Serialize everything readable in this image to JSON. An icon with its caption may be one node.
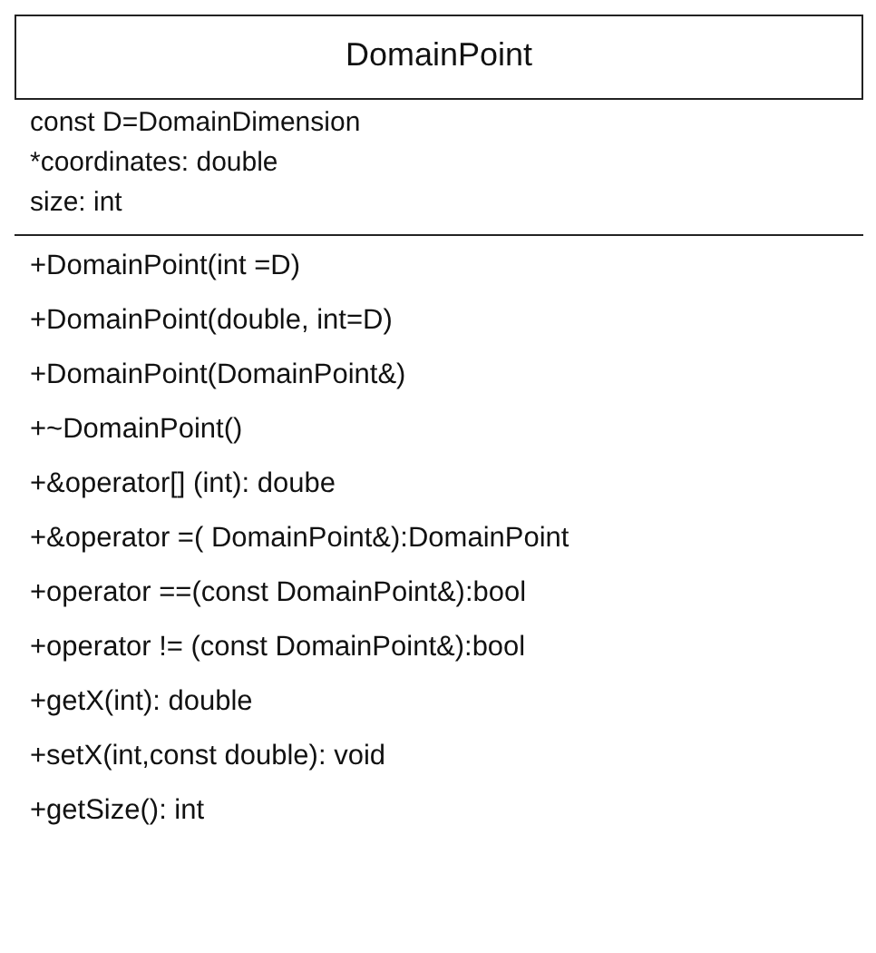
{
  "diagram": {
    "nodes": [
      {
        "text": [
          "DomainPoint"
        ]
      },
      {
        "text": [
          "const D=DomainDimension",
          "*coordinates: double",
          "size: int"
        ],
        "in": 0
      },
      {
        "text": [
          "+DomainPoint(int =D)",
          "+DomainPoint(double, int=D)",
          "+DomainPoint(DomainPoint&)",
          "+~DomainPoint()",
          "+&operator[] (int): doube",
          "+&operator =( DomainPoint&):DomainPoint",
          "+operator ==(const DomainPoint&):bool",
          "+operator != (const DomainPoint&):bool",
          "+getX(int): double",
          "+setX(int,const double): void",
          "+getSize(): int"
        ],
        "in": 0
      }
    ]
  }
}
